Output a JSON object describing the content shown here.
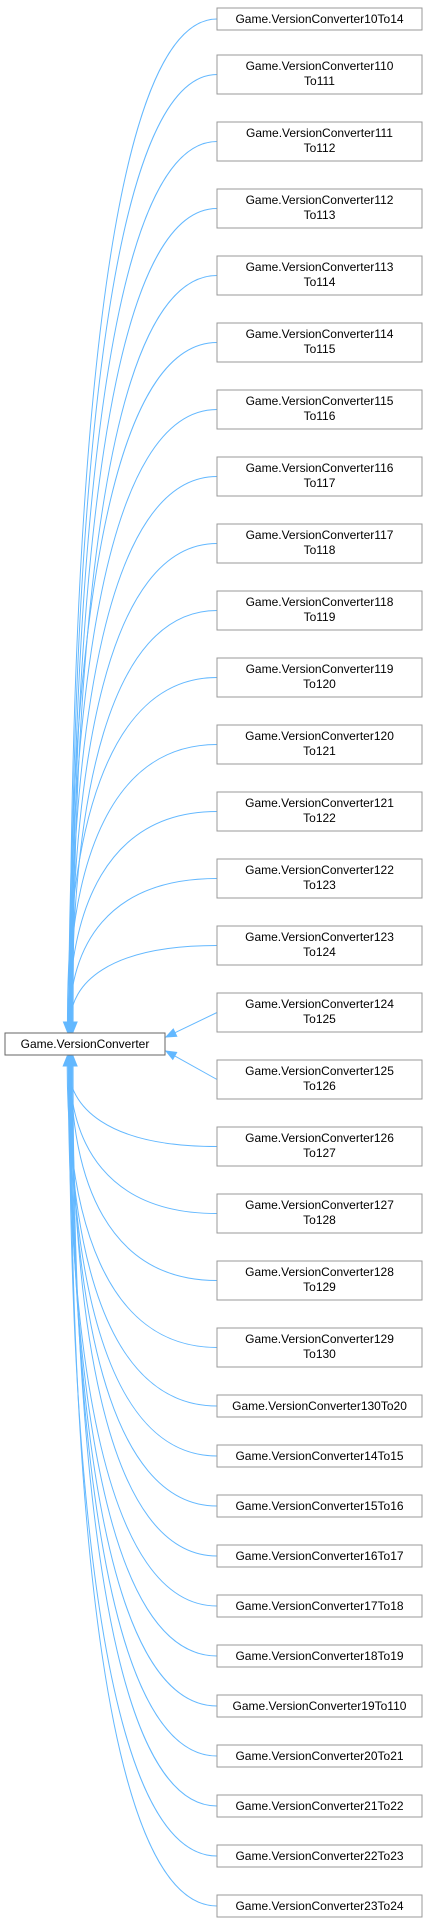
{
  "base_class": "Game.VersionConverter",
  "derived_classes": [
    "Game.VersionConverter10To14",
    [
      "Game.VersionConverter110",
      "To111"
    ],
    [
      "Game.VersionConverter111",
      "To112"
    ],
    [
      "Game.VersionConverter112",
      "To113"
    ],
    [
      "Game.VersionConverter113",
      "To114"
    ],
    [
      "Game.VersionConverter114",
      "To115"
    ],
    [
      "Game.VersionConverter115",
      "To116"
    ],
    [
      "Game.VersionConverter116",
      "To117"
    ],
    [
      "Game.VersionConverter117",
      "To118"
    ],
    [
      "Game.VersionConverter118",
      "To119"
    ],
    [
      "Game.VersionConverter119",
      "To120"
    ],
    [
      "Game.VersionConverter120",
      "To121"
    ],
    [
      "Game.VersionConverter121",
      "To122"
    ],
    [
      "Game.VersionConverter122",
      "To123"
    ],
    [
      "Game.VersionConverter123",
      "To124"
    ],
    [
      "Game.VersionConverter124",
      "To125"
    ],
    [
      "Game.VersionConverter125",
      "To126"
    ],
    [
      "Game.VersionConverter126",
      "To127"
    ],
    [
      "Game.VersionConverter127",
      "To128"
    ],
    [
      "Game.VersionConverter128",
      "To129"
    ],
    [
      "Game.VersionConverter129",
      "To130"
    ],
    "Game.VersionConverter130To20",
    "Game.VersionConverter14To15",
    "Game.VersionConverter15To16",
    "Game.VersionConverter16To17",
    "Game.VersionConverter17To18",
    "Game.VersionConverter18To19",
    "Game.VersionConverter19To110",
    "Game.VersionConverter20To21",
    "Game.VersionConverter21To22",
    "Game.VersionConverter22To23",
    "Game.VersionConverter23To24"
  ],
  "colors": {
    "edge": "#63b8ff",
    "node_border": "#999999",
    "base_border": "#666666",
    "text": "#000000",
    "background": "#ffffff"
  }
}
